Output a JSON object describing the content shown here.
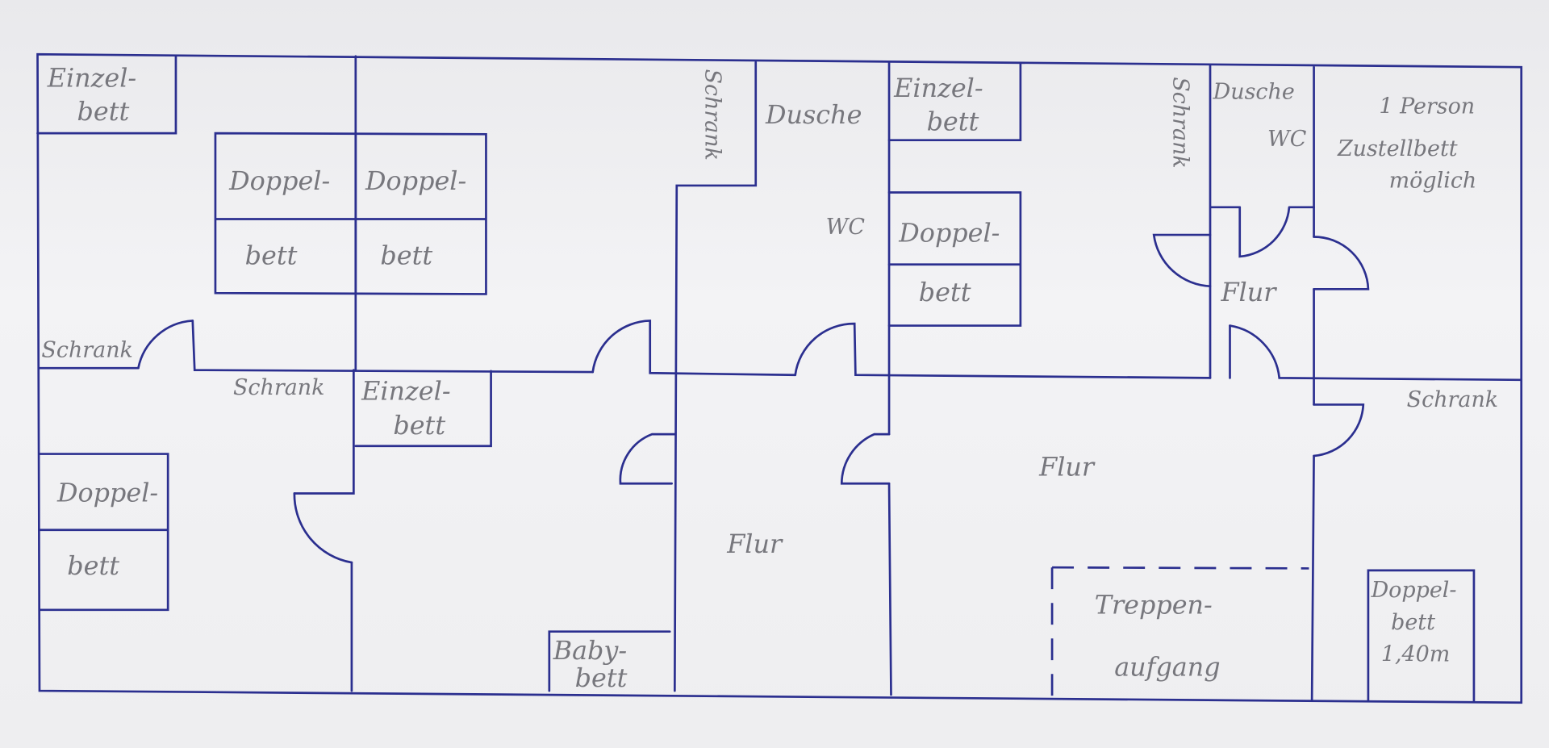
{
  "plan": {
    "colors": {
      "ink": "#2b2f8f",
      "paper": "#efeff1",
      "pencil": "#77777d"
    },
    "labels": {
      "einzel1a": "Einzel-",
      "einzel1b": "bett",
      "doppel1a": "Doppel-",
      "doppel1b": "bett",
      "doppel2a": "Doppel-",
      "doppel2b": "bett",
      "schrank1": "Schrank",
      "schrank2": "Schrank",
      "einzel2a": "Einzel-",
      "einzel2b": "bett",
      "doppel3a": "Doppel-",
      "doppel3b": "bett",
      "babya": "Baby-",
      "babyb": "bett",
      "schrank3": "Schrank",
      "dusche1": "Dusche",
      "wc1": "WC",
      "flur1": "Flur",
      "einzel3a": "Einzel-",
      "einzel3b": "bett",
      "doppel4a": "Doppel-",
      "doppel4b": "bett",
      "flur2": "Flur",
      "treppe_a": "Treppen-",
      "treppe_b": "aufgang",
      "schrank4": "Schrank",
      "dusche2": "Dusche",
      "wc2": "WC",
      "flur3": "Flur",
      "person1": "1 Person",
      "person2": "Zustellbett",
      "person3": "möglich",
      "schrank5": "Schrank",
      "doppel5a": "Doppel-",
      "doppel5b": "bett",
      "doppel5c": "1,40m"
    }
  }
}
